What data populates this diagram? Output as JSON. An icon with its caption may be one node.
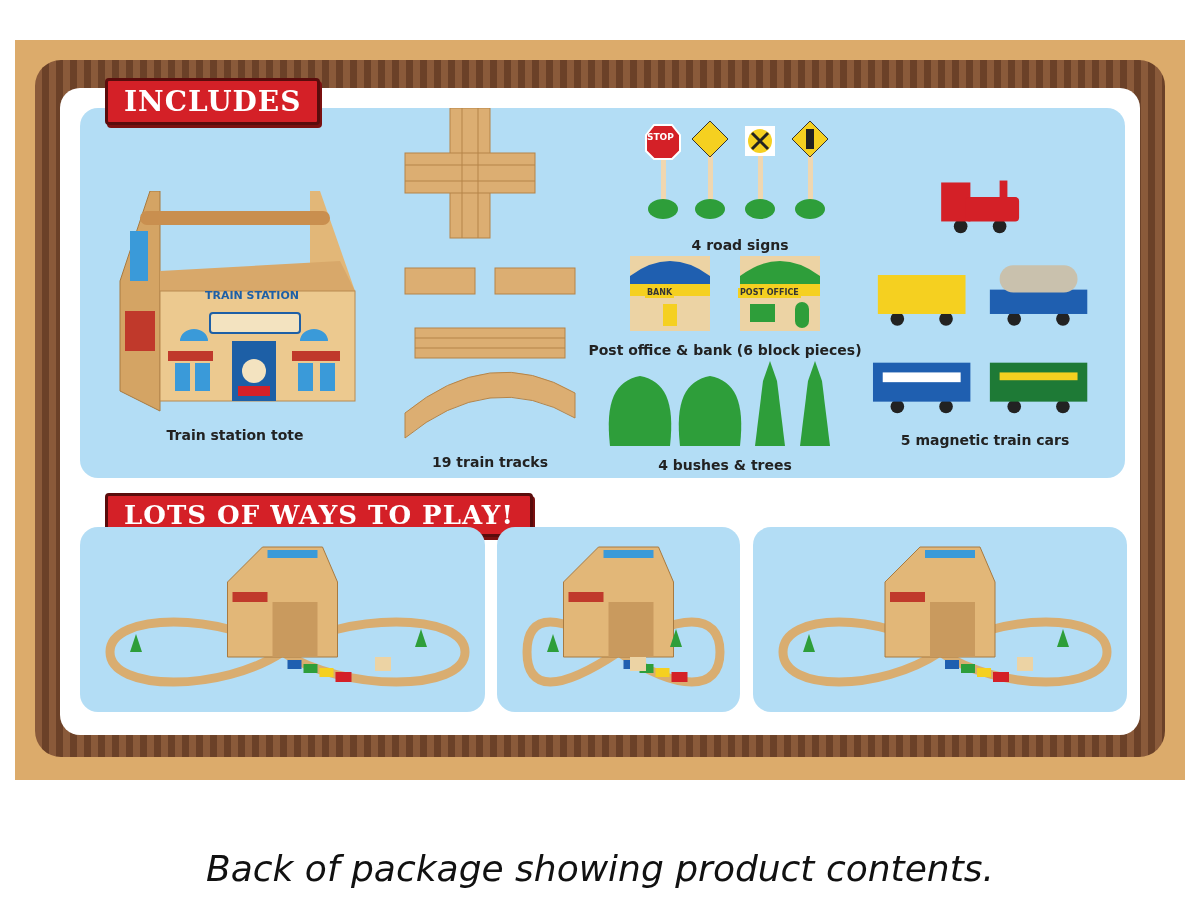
{
  "diagram": {
    "caption": "Back of package showing product contents.",
    "nodes": [
      {
        "text": [
          "INCLUDES"
        ]
      },
      {
        "text": [
          "Train station tote"
        ],
        "in": 0
      },
      {
        "text": [
          "19 train tracks"
        ],
        "in": 0
      },
      {
        "text": [
          "4 road signs"
        ],
        "in": 0
      },
      {
        "text": [
          "Post office & bank (6 block pieces)"
        ],
        "in": 0
      },
      {
        "text": [
          "4 bushes & trees"
        ],
        "in": 0
      },
      {
        "text": [
          "5 magnetic train cars"
        ],
        "in": 0
      },
      {
        "text": [
          "LOTS OF WAYS TO PLAY!"
        ]
      },
      {
        "text": [],
        "shape": "picture"
      },
      {
        "text": [],
        "shape": "picture"
      },
      {
        "text": [],
        "shape": "picture"
      }
    ],
    "edges": [],
    "labels": [
      "TRAIN STATION",
      "STOP",
      "BANK",
      "POST OFFICE"
    ]
  }
}
